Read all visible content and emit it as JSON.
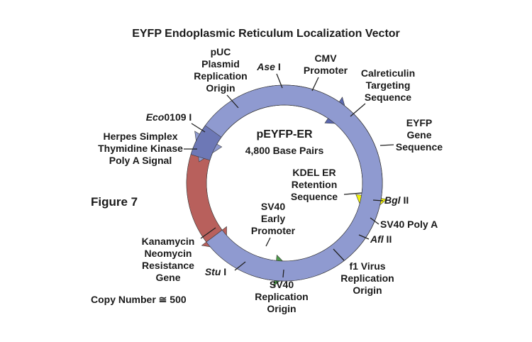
{
  "title": "EYFP Endoplasmic Reticulum Localization Vector",
  "figure_label": "Figure 7",
  "plasmid_name": "pEYFP-ER",
  "size_label": "4,800 Base Pairs",
  "copy_number": "Copy Number ≅ 500",
  "colors": {
    "backbone": "#555555",
    "cmv": "#5a68b0",
    "calreticulin": "#c9c29a",
    "eyfp": "#f2f20a",
    "sv40_polyA": "#7f8691",
    "dark_blue": "#2f4bb0",
    "f1_green": "#4d9a4a",
    "sv40_ori": "#a7adb9",
    "sv40_promoter": "#b8605c",
    "kan_neo": "#8f9ad0",
    "hsv": "#6d78b6"
  },
  "labels": {
    "puc": [
      "pUC",
      "Plasmid",
      "Replication",
      "Origin"
    ],
    "ase_i": {
      "italic": "Ase",
      "plain": " I"
    },
    "cmv": [
      "CMV",
      "Promoter"
    ],
    "calreticulin": [
      "Calreticulin",
      "Targeting",
      "Sequence"
    ],
    "eco0109": {
      "italic": "Eco",
      "plain": "0109 I"
    },
    "eyfp": [
      "EYFP",
      "Gene",
      "Sequence"
    ],
    "hsv": [
      "Herpes Simplex",
      "Thymidine Kinase",
      "Poly A Signal"
    ],
    "kdel": [
      "KDEL ER",
      "Retention",
      "Sequence"
    ],
    "bgl_ii": {
      "italic": "Bgl",
      "plain": " II"
    },
    "sv40_polya": "SV40 Poly A",
    "afl_ii": {
      "italic": "Afl",
      "plain": " II"
    },
    "sv40_early": [
      "SV40",
      "Early",
      "Promoter"
    ],
    "f1": [
      "f1 Virus",
      "Replication",
      "Origin"
    ],
    "kan": [
      "Kanamycin",
      "Neomycin",
      "Resistance",
      "Gene"
    ],
    "stu_i": {
      "italic": "Stu",
      "plain": " I"
    },
    "sv40_ori": [
      "SV40",
      "Replication",
      "Origin"
    ]
  }
}
